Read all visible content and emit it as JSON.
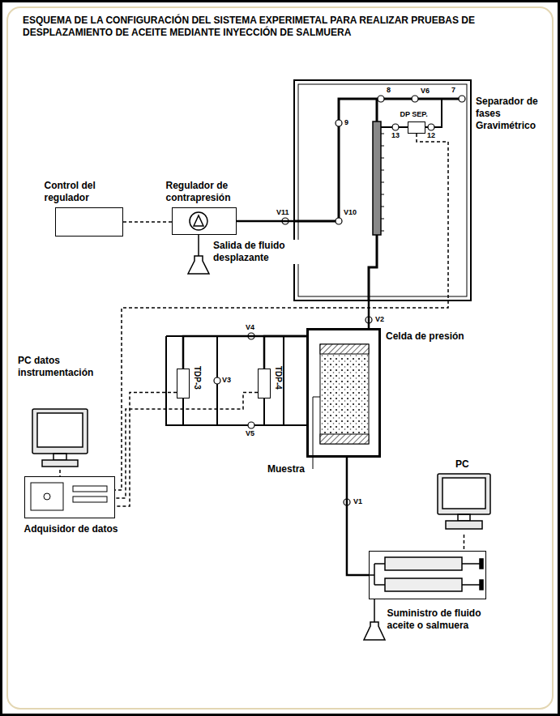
{
  "diagram": {
    "title": "ESQUEMA DE LA CONFIGURACIÓN DEL SISTEMA EXPERIMETAL PARA REALIZAR PRUEBAS DE DESPLAZAMIENTO DE ACEITE MEDIANTE INYECCIÓN DE SALMUERA",
    "nodes": [
      {
        "text": [
          "Control del regulador"
        ]
      },
      {
        "text": [
          "Regulador de contrapresión"
        ]
      },
      {
        "text": [
          "Separador de fases Gravimétrico"
        ]
      },
      {
        "text": [
          "DP SEP."
        ],
        "in": 2
      },
      {
        "text": [
          "PC datos instrumentación"
        ]
      },
      {
        "text": [
          "Celda de presión"
        ]
      },
      {
        "text": [
          "Muestra"
        ],
        "in": 5
      },
      {
        "text": [
          "TDP-3"
        ]
      },
      {
        "text": [
          "TDP-4"
        ]
      },
      {
        "text": [
          "Adquisidor de datos"
        ]
      },
      {
        "text": [
          "PC"
        ]
      },
      {
        "text": [
          "Suministro de fluido aceite o salmuera"
        ]
      }
    ],
    "edges": [
      {
        "from": 0,
        "to": 1,
        "arrow": "none"
      },
      {
        "from": 1,
        "to": 2,
        "arrow": "none"
      },
      {
        "from": 2,
        "to": 5,
        "arrow": "none"
      },
      {
        "from": 7,
        "to": 5,
        "arrow": "none"
      },
      {
        "from": 8,
        "to": 5,
        "arrow": "none"
      },
      {
        "from": 5,
        "to": 11,
        "arrow": "none"
      },
      {
        "from": 10,
        "to": 11,
        "arrow": "none"
      },
      {
        "from": 7,
        "to": 9,
        "arrow": "none"
      },
      {
        "from": 8,
        "to": 9,
        "arrow": "none"
      },
      {
        "from": 3,
        "to": 9,
        "arrow": "none"
      },
      {
        "from": 4,
        "to": 9,
        "arrow": "none"
      }
    ],
    "labels": [
      "8",
      "V6",
      "7",
      "9",
      "13",
      "12",
      "V11",
      "V10",
      "V2",
      "V4",
      "V3",
      "V5",
      "V1",
      "Salida de fluido desplazante"
    ]
  }
}
